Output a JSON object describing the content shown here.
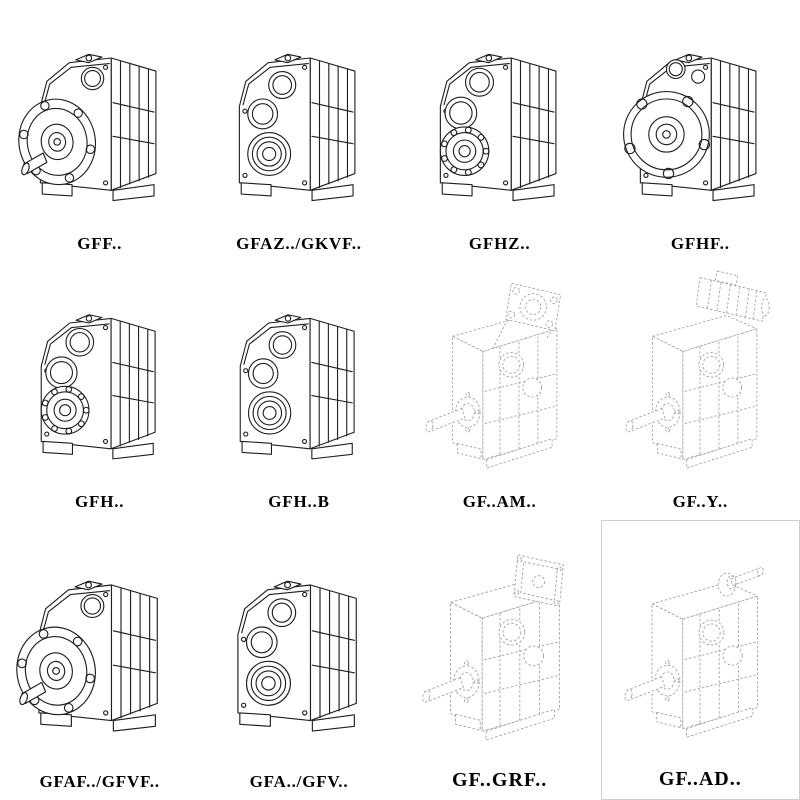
{
  "page": {
    "background": "#ffffff"
  },
  "colors": {
    "solid_line": "#1f1f1f",
    "ghost_line": "#9aa0a8",
    "label": "#000000"
  },
  "catalog": {
    "items": [
      {
        "label": "GFF..",
        "icon": "gearbox-flange-output-drawing"
      },
      {
        "label": "GFAZ../GKVF..",
        "icon": "gearbox-hollow-shaft-drawing"
      },
      {
        "label": "GFHZ..",
        "icon": "gearbox-shrink-disc-drawing"
      },
      {
        "label": "GFHF..",
        "icon": "gearbox-front-flange-drawing"
      },
      {
        "label": "GFH..",
        "icon": "gearbox-hollow-bearing-drawing"
      },
      {
        "label": "GFH..B",
        "icon": "gearbox-hollow-bearing-foot-drawing"
      },
      {
        "label": "GF..AM..",
        "icon": "gearbox-motor-adapter-flange-drawing"
      },
      {
        "label": "GF..Y..",
        "icon": "gearbox-motor-mounted-drawing"
      },
      {
        "label": "GFAF../GFVF..",
        "icon": "gearbox-flange-output-drawing"
      },
      {
        "label": "GFA../GFV..",
        "icon": "gearbox-hollow-shaft-drawing"
      },
      {
        "label": "GF..GRF..",
        "icon": "gearbox-gear-adapter-drawing"
      },
      {
        "label": "GF..AD..",
        "icon": "gearbox-input-shaft-adapter-drawing"
      }
    ]
  }
}
